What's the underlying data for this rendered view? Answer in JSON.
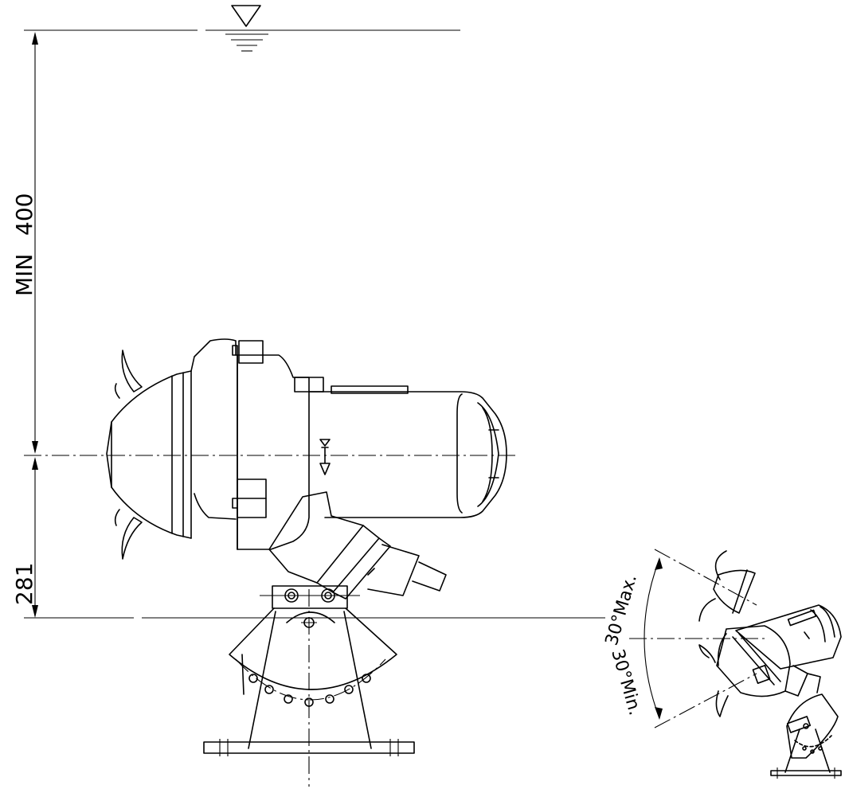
{
  "dimensions": {
    "min_depth": {
      "prefix": "MIN",
      "value": "400"
    },
    "height": "281"
  },
  "tilt": {
    "max_label": "30°Max.",
    "min_label": "30°Min."
  }
}
